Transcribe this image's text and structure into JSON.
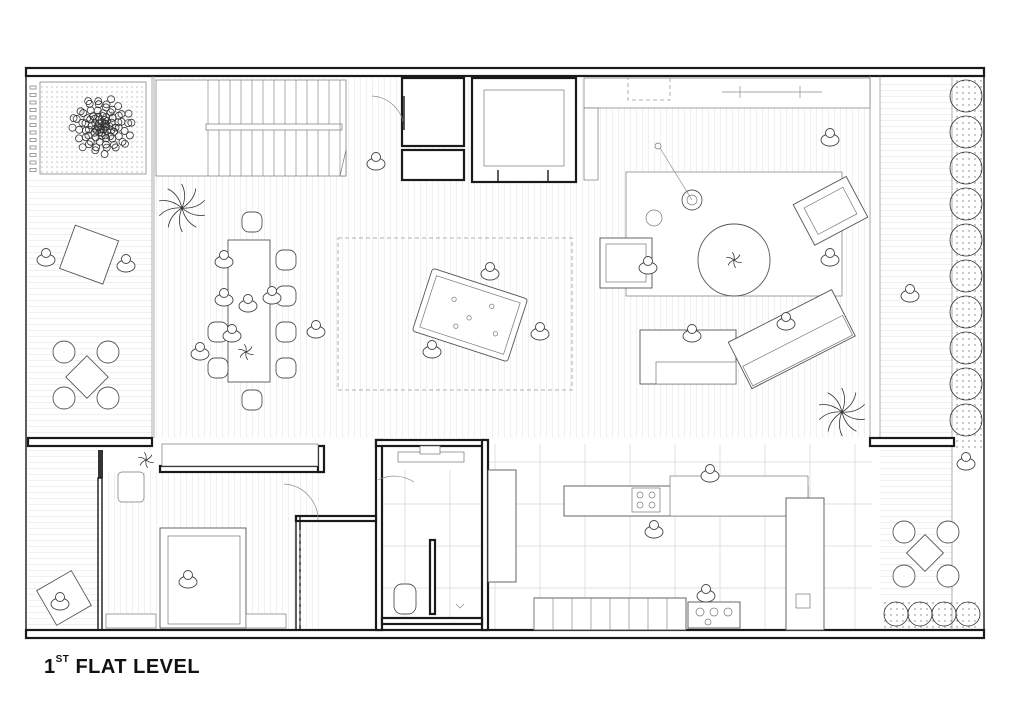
{
  "drawing": {
    "title_number": "1",
    "title_superscript": "ST",
    "title_text": " FLAT LEVEL"
  },
  "colors": {
    "wall": "#1a1a1a",
    "line": "#8a8a8a",
    "background": "#ffffff"
  },
  "icons": [
    "plant-icon",
    "person-icon",
    "tree-icon",
    "chair-icon"
  ]
}
